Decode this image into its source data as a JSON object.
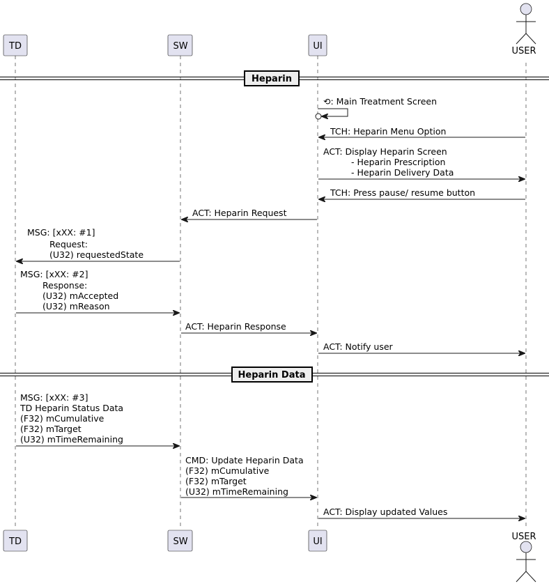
{
  "participants": {
    "td": "TD",
    "sw": "SW",
    "ui": "UI",
    "user": "USER"
  },
  "dividers": {
    "heparin": "Heparin",
    "heparin_data": "Heparin Data"
  },
  "messages": [
    {
      "id": "m1",
      "from": "UI",
      "to": "UI",
      "lines": [
        "⟲: Main Treatment Screen"
      ]
    },
    {
      "id": "m2",
      "from": "USER",
      "to": "UI",
      "lines": [
        "TCH: Heparin Menu Option"
      ]
    },
    {
      "id": "m3",
      "from": "UI",
      "to": "USER",
      "lines": [
        "ACT: Display Heparin Screen",
        "- Heparin Prescription",
        "- Heparin Delivery Data"
      ]
    },
    {
      "id": "m4",
      "from": "USER",
      "to": "UI",
      "lines": [
        "TCH: Press pause/ resume button"
      ]
    },
    {
      "id": "m5",
      "from": "UI",
      "to": "SW",
      "lines": [
        "ACT: Heparin Request"
      ]
    },
    {
      "id": "m6",
      "from": "SW",
      "to": "TD",
      "lines": [
        "MSG: [xXX: #1]",
        "Request:",
        "(U32) requestedState"
      ]
    },
    {
      "id": "m7",
      "from": "TD",
      "to": "SW",
      "lines": [
        "MSG: [xXX: #2]",
        "Response:",
        "(U32)  mAccepted",
        "(U32)  mReason"
      ]
    },
    {
      "id": "m8",
      "from": "SW",
      "to": "UI",
      "lines": [
        "ACT: Heparin Response"
      ]
    },
    {
      "id": "m9",
      "from": "UI",
      "to": "USER",
      "lines": [
        "ACT: Notify user"
      ]
    },
    {
      "id": "m10",
      "from": "TD",
      "to": "SW",
      "lines": [
        "MSG: [xXX: #3]",
        "TD Heparin Status Data",
        "(F32) mCumulative",
        "(F32) mTarget",
        "(U32) mTimeRemaining"
      ]
    },
    {
      "id": "m11",
      "from": "SW",
      "to": "UI",
      "lines": [
        "CMD: Update Heparin Data",
        "(F32) mCumulative",
        "(F32) mTarget",
        "(U32) mTimeRemaining"
      ]
    },
    {
      "id": "m12",
      "from": "UI",
      "to": "USER",
      "lines": [
        "ACT: Display updated Values"
      ]
    }
  ]
}
